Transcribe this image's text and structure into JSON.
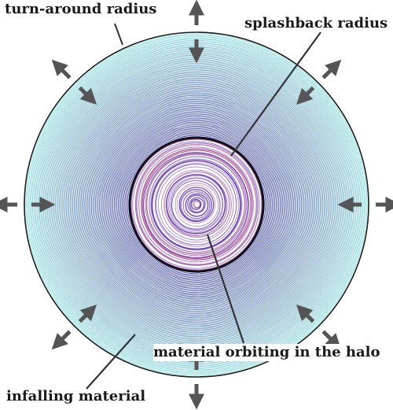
{
  "labels": {
    "turnaround": "turn-around radius",
    "splashback": "splashback radius",
    "orbiting": "material orbiting in the halo",
    "infalling": "infalling material"
  },
  "colors": {
    "outer_rings_light": "#7fdcde",
    "outer_rings_dark": "#3b3f9e",
    "inner_rings": "#6a3fb0",
    "inner_rings_accent": "#a0357e",
    "splashback_edge": "#111122",
    "turnaround_edge": "#1a1a1a",
    "arrows": "#555555",
    "pointer_lines": "#333333"
  },
  "icons": {
    "inward_arrow": "arrow-inward-icon",
    "outward_arrow": "arrow-outward-icon"
  }
}
